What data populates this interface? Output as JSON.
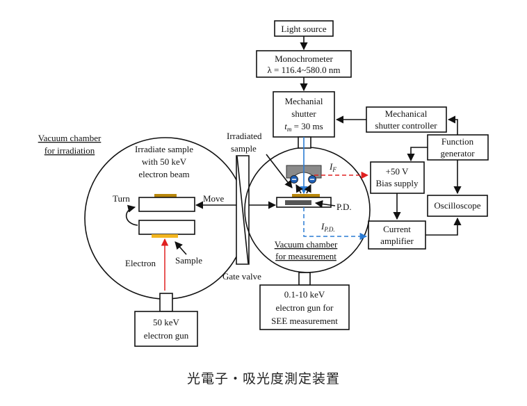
{
  "caption": "光電子・吸光度測定装置",
  "boxes": {
    "light_source": "Light source",
    "monochrometer": [
      "Monochrometer",
      "λ = 116.4~580.0 nm"
    ],
    "shutter": [
      "Mechanial",
      "shutter",
      "t",
      "m",
      " = 30 ms"
    ],
    "shutter_controller": [
      "Mechanical",
      "shutter controller"
    ],
    "function_generator": [
      "Function",
      "generator"
    ],
    "bias_supply": [
      "+50 V",
      "Bias supply"
    ],
    "oscilloscope": "Oscilloscope",
    "current_amplifier": [
      "Current",
      "amplifier"
    ],
    "electron_gun_see": [
      "0.1-10 keV",
      "electron gun for",
      "SEE measurement"
    ],
    "electron_gun_50": [
      "50 keV",
      "electron gun"
    ]
  },
  "labels": {
    "vacuum_irradiation": [
      "Vacuum chamber",
      "for irradiation"
    ],
    "irradiate_sample": [
      "Irradiate sample",
      "with 50 keV",
      "electron beam"
    ],
    "irradiated_sample": [
      "Irradiated",
      "sample"
    ],
    "turn": "Turn",
    "move": "Move",
    "electron": "Electron",
    "sample": "Sample",
    "gate_valve": "Gate valve",
    "pd": "P.D.",
    "i_f_main": "I",
    "i_f_sub": "F",
    "i_pd_main": "I",
    "i_pd_sub": "P.D.",
    "vacuum_measurement": [
      "Vacuum chamber",
      "for measurement"
    ]
  },
  "colors": {
    "red_line": "#e02020",
    "blue_line": "#2a7bd4",
    "gold_sample": "#b8860b",
    "yellow_sample": "#f2b51e"
  }
}
